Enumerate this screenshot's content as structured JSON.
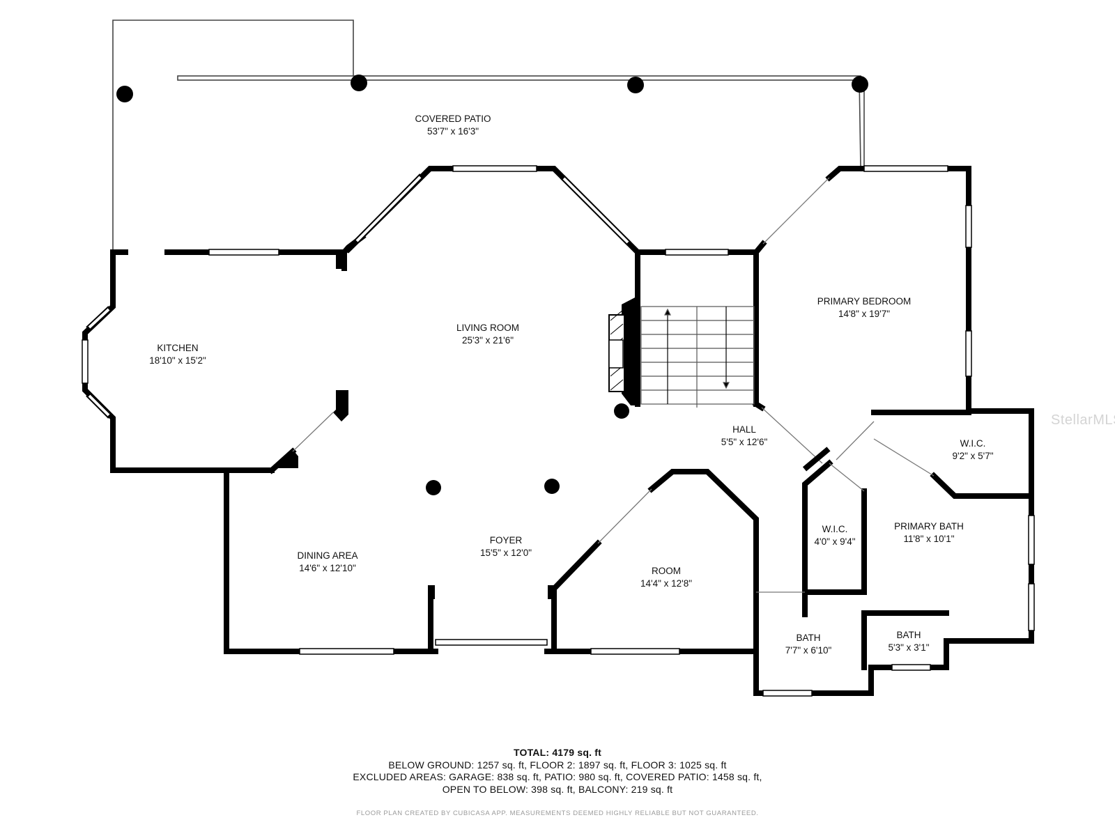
{
  "rooms": {
    "covered_patio": {
      "name": "COVERED PATIO",
      "dims": "53'7\" x 16'3\""
    },
    "kitchen": {
      "name": "KITCHEN",
      "dims": "18'10\" x 15'2\""
    },
    "living_room": {
      "name": "LIVING ROOM",
      "dims": "25'3\" x 21'6\""
    },
    "primary_bedroom": {
      "name": "PRIMARY BEDROOM",
      "dims": "14'8\" x 19'7\""
    },
    "hall": {
      "name": "HALL",
      "dims": "5'5\" x 12'6\""
    },
    "wic_upper": {
      "name": "W.I.C.",
      "dims": "9'2\" x 5'7\""
    },
    "primary_bath": {
      "name": "PRIMARY BATH",
      "dims": "11'8\" x 10'1\""
    },
    "wic_lower": {
      "name": "W.I.C.",
      "dims": "4'0\" x 9'4\""
    },
    "dining_area": {
      "name": "DINING AREA",
      "dims": "14'6\" x 12'10\""
    },
    "foyer": {
      "name": "FOYER",
      "dims": "15'5\" x 12'0\""
    },
    "room": {
      "name": "ROOM",
      "dims": "14'4\" x 12'8\""
    },
    "bath_main": {
      "name": "BATH",
      "dims": "7'7\" x 6'10\""
    },
    "bath_small": {
      "name": "BATH",
      "dims": "5'3\" x 3'1\""
    }
  },
  "summary": {
    "total": "TOTAL: 4179 sq. ft",
    "line1": "BELOW GROUND: 1257 sq. ft, FLOOR 2: 1897 sq. ft, FLOOR 3: 1025 sq. ft",
    "line2": "EXCLUDED AREAS: GARAGE: 838 sq. ft, PATIO: 980 sq. ft, COVERED PATIO: 1458 sq. ft,",
    "line3": "OPEN TO BELOW: 398 sq. ft, BALCONY: 219 sq. ft"
  },
  "disclaimer": "FLOOR PLAN CREATED BY CUBICASA APP. MEASUREMENTS DEEMED HIGHLY RELIABLE BUT NOT GUARANTEED.",
  "watermark": "StellarMLS",
  "colors": {
    "wall": "#000000",
    "window": "#ffffff",
    "thin_wall": "#555555",
    "text": "#111111",
    "disclaimer": "#9a9a9a",
    "watermark": "#d4d4d4"
  }
}
